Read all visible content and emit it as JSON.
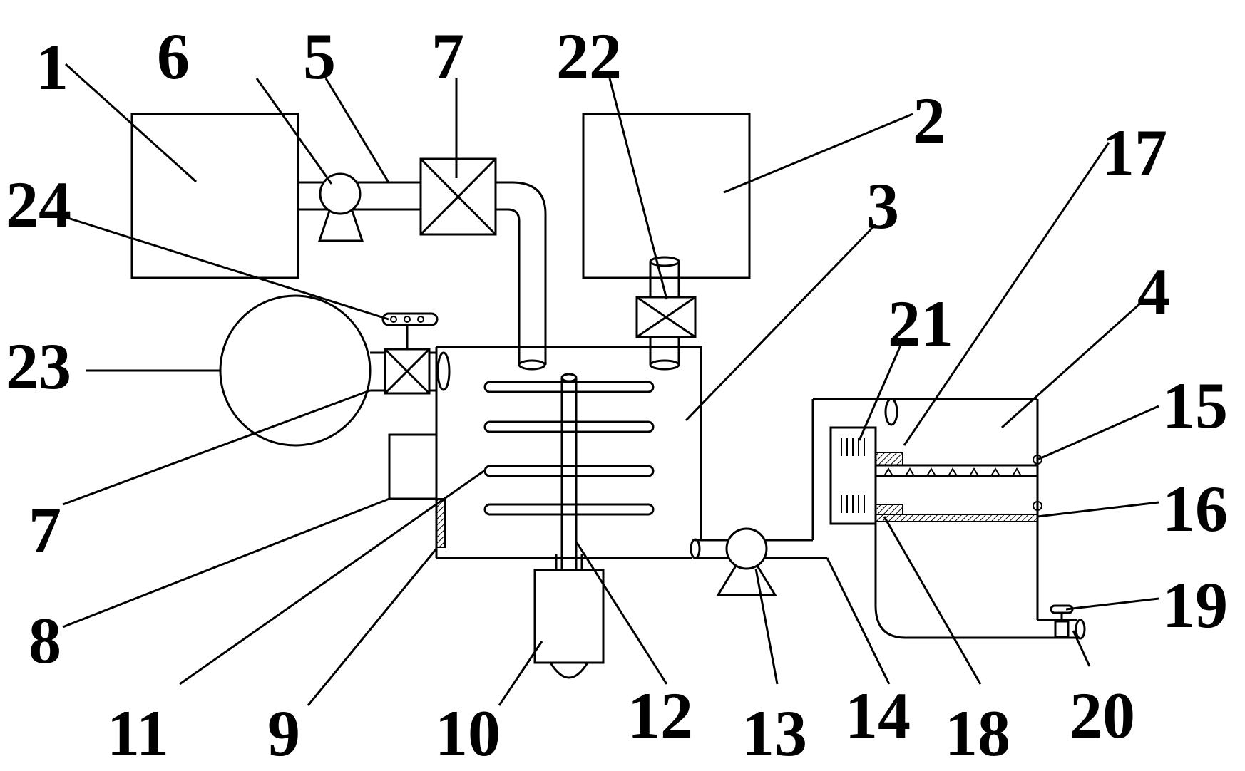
{
  "labels": {
    "l1": "1",
    "l2": "2",
    "l3": "3",
    "l4": "4",
    "l5": "5",
    "l6": "6",
    "l7a": "7",
    "l7b": "7",
    "l8": "8",
    "l9": "9",
    "l10": "10",
    "l11": "11",
    "l12": "12",
    "l13": "13",
    "l14": "14",
    "l15": "15",
    "l16": "16",
    "l17": "17",
    "l18": "18",
    "l19": "19",
    "l20": "20",
    "l21": "21",
    "l22": "22",
    "l23": "23",
    "l24": "24"
  }
}
